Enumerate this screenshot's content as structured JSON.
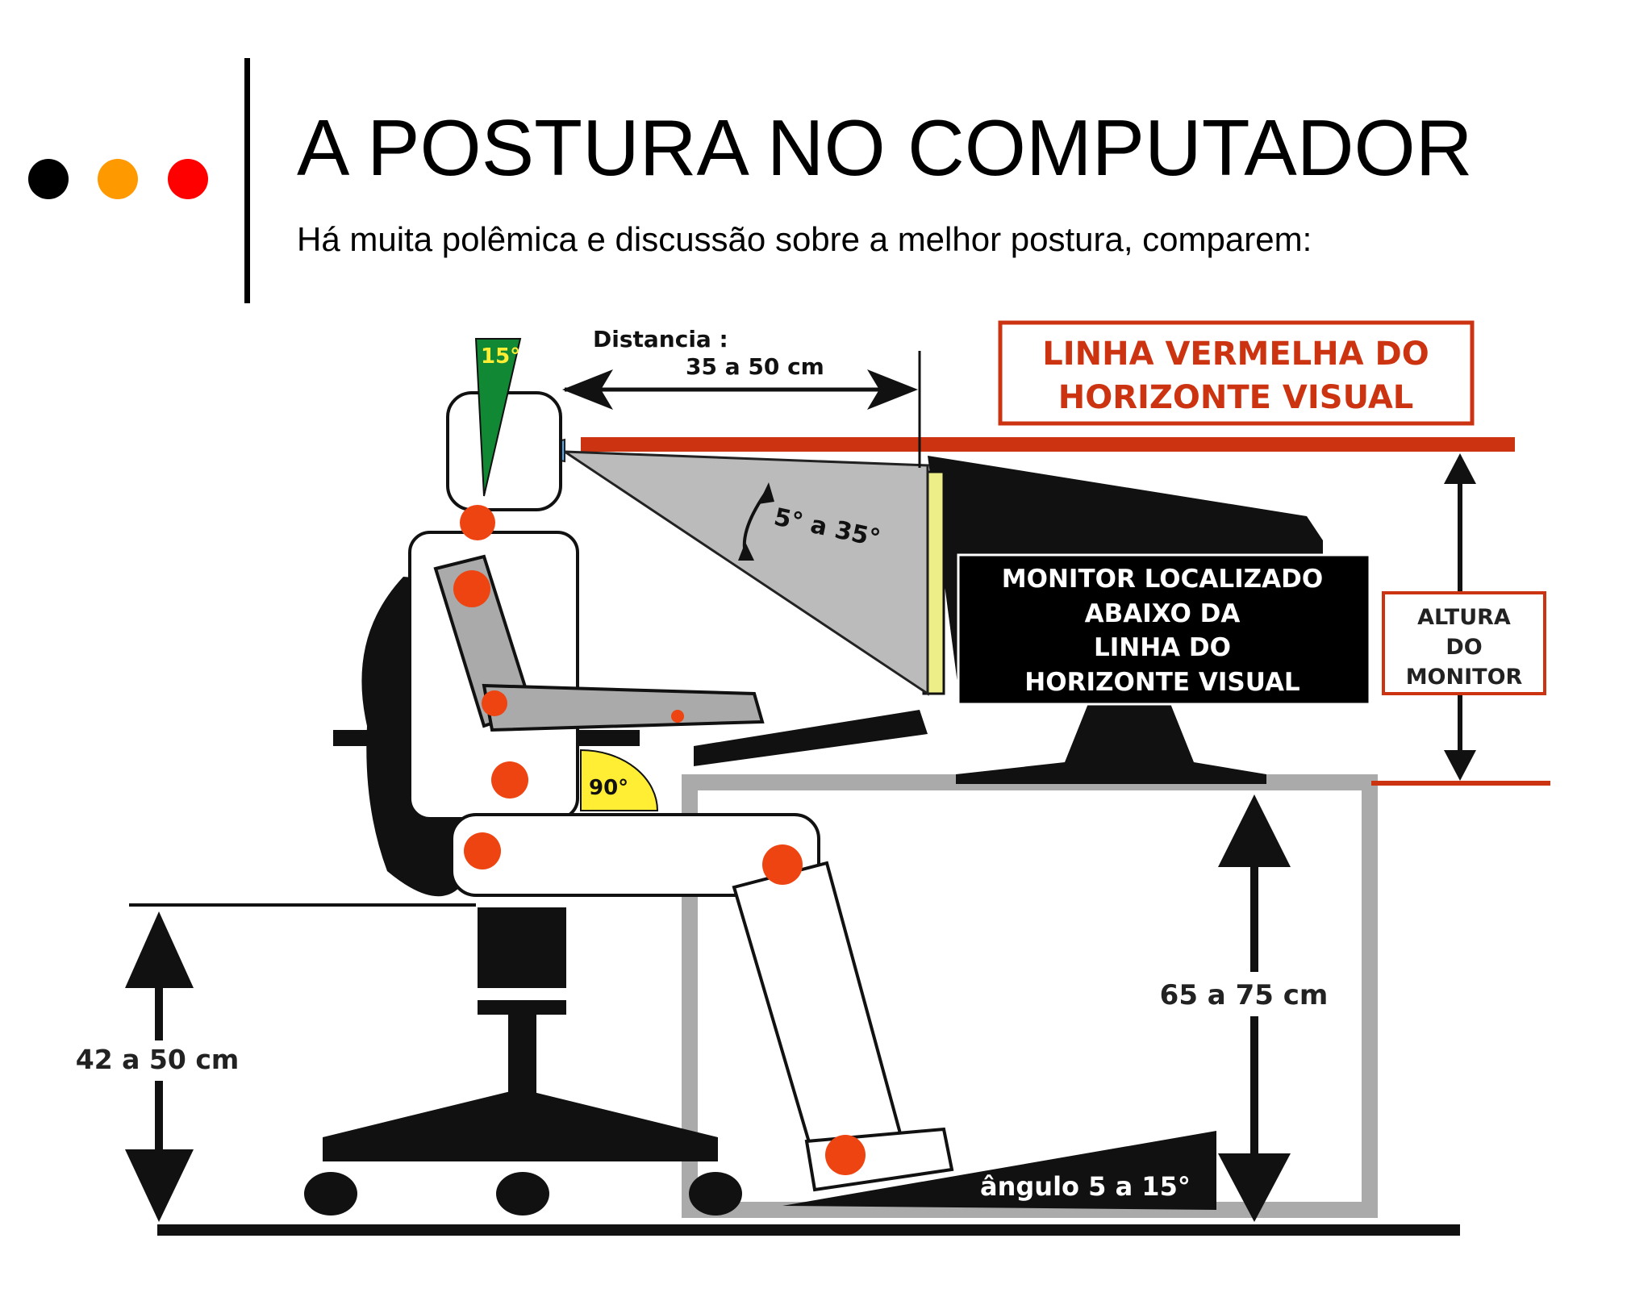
{
  "slide": {
    "title": "A POSTURA NO COMPUTADOR",
    "subtitle": "Há muita polêmica e discussão sobre a melhor postura, comparem:",
    "bullet_colors": [
      "#000000",
      "#ff9900",
      "#ff0000"
    ]
  },
  "diagram": {
    "distance_label": "Distancia :",
    "distance_value": "35 a 50 cm",
    "head_tilt": "15°",
    "view_angle": "5° a 35°",
    "elbow_angle": "90°",
    "red_line_box": [
      "LINHA VERMELHA DO",
      "HORIZONTE VISUAL"
    ],
    "monitor_box": [
      "MONITOR LOCALIZADO",
      "ABAIXO DA",
      "LINHA DO",
      "HORIZONTE VISUAL"
    ],
    "monitor_height_box": [
      "ALTURA",
      "DO",
      "MONITOR"
    ],
    "desk_height": "65 a 75 cm",
    "seat_height": "42 a 50 cm",
    "footrest_angle": "ângulo 5 a 15°",
    "colors": {
      "horizon_line": "#cc3311",
      "joint": "#ee4411",
      "head_angle": "#118833",
      "elbow_angle": "#ffee33",
      "screen": "#eeee88",
      "view_cone": "#bbbbbb",
      "eye": "#55aaee"
    }
  }
}
